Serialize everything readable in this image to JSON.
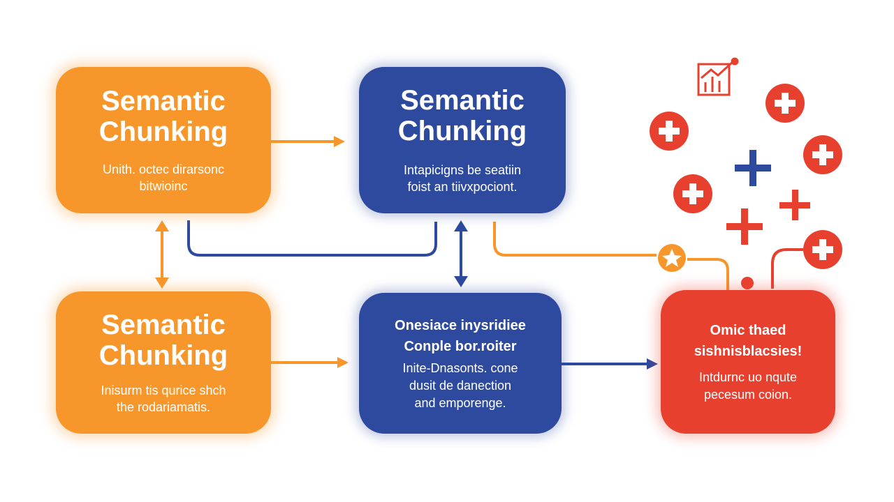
{
  "box_top_left": {
    "title_line1": "Semantic",
    "title_line2": "Chunking",
    "sub_line1": "Unith. octec dirarsonc",
    "sub_line2": "bitwioinc"
  },
  "box_top_mid": {
    "title_line1": "Semantic",
    "title_line2": "Chunking",
    "sub_line1": "Intapicigns be seatiin",
    "sub_line2": "foist an tiivxpociont."
  },
  "box_bot_left": {
    "title_line1": "Semantic",
    "title_line2": "Chunking",
    "sub_line1": "Inisurm tis qurice shch",
    "sub_line2": "the rodariamatis."
  },
  "box_bot_mid": {
    "line1": "Onesiace inysridiee",
    "line2": "Conple bor.roiter",
    "line3": "Inite-Dnasonts. cone",
    "line4": "dusit de danection",
    "line5": "and emporenge."
  },
  "box_red": {
    "line1": "Omic thaed",
    "line2": "sishnisblacsies!",
    "line3": "Intdurnc uo nqute",
    "line4": "pecesum coion."
  },
  "colors": {
    "orange": "#f7962a",
    "blue": "#2e4a9e",
    "red": "#e8402f"
  },
  "icons": [
    "chart-icon",
    "plus-circle-icon",
    "plus-icon",
    "star-circle-icon"
  ]
}
